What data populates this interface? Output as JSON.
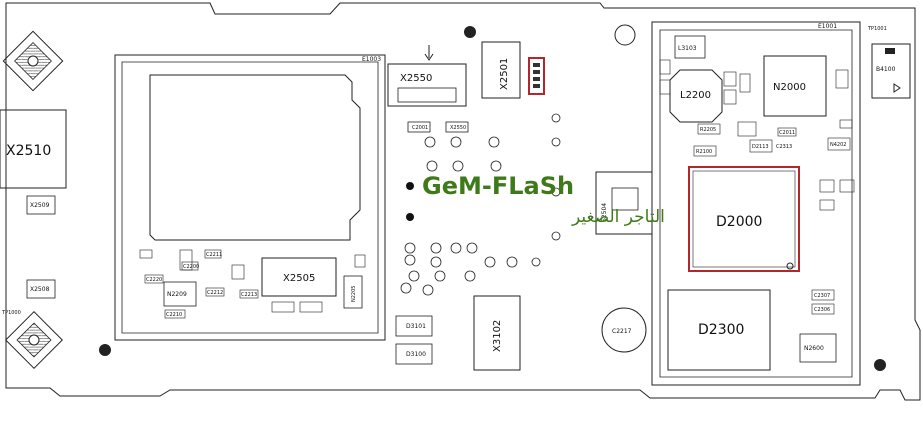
{
  "title": "",
  "watermark": {
    "name": "GeM-FLaSh",
    "arabic": "التاجر الصغير"
  },
  "colors": {
    "outline": "#222222",
    "highlight": "#b3262b",
    "watermark": "#3f7a1a"
  },
  "labels": {
    "e1003": "E1003",
    "e1001": "E1001",
    "tp1001": "TP1001",
    "tp1000": "TP1000",
    "x2510": "X2510",
    "x2509": "X2509",
    "x2508": "X2508",
    "x2550": "X2550",
    "x2501": "X2501",
    "x2505": "X2505",
    "x2504": "S2504",
    "n2209": "N2209",
    "n2205": "N2205",
    "x2550b": "X2550",
    "d3101": "D3101",
    "d3100": "D3100",
    "x3102": "X3102",
    "l3103": "L3103",
    "l2200": "L2200",
    "n2000": "N2000",
    "b4100": "B4100",
    "d2000": "D2000",
    "c2217": "C2217",
    "d2300": "D2300",
    "n2600": "N2600",
    "n4202": "N4202",
    "r2100": "R2100",
    "r2205": "R2205",
    "d2113": "D2113",
    "c2313": "C2313",
    "c2307": "C2307",
    "c2306": "C2306",
    "c2001": "C2001",
    "c2011": "C2011",
    "c2200": "C2200",
    "c2220": "C2220",
    "c2211": "C2211",
    "c2212": "C2212",
    "c2210": "C2210",
    "c2213": "C2213"
  }
}
